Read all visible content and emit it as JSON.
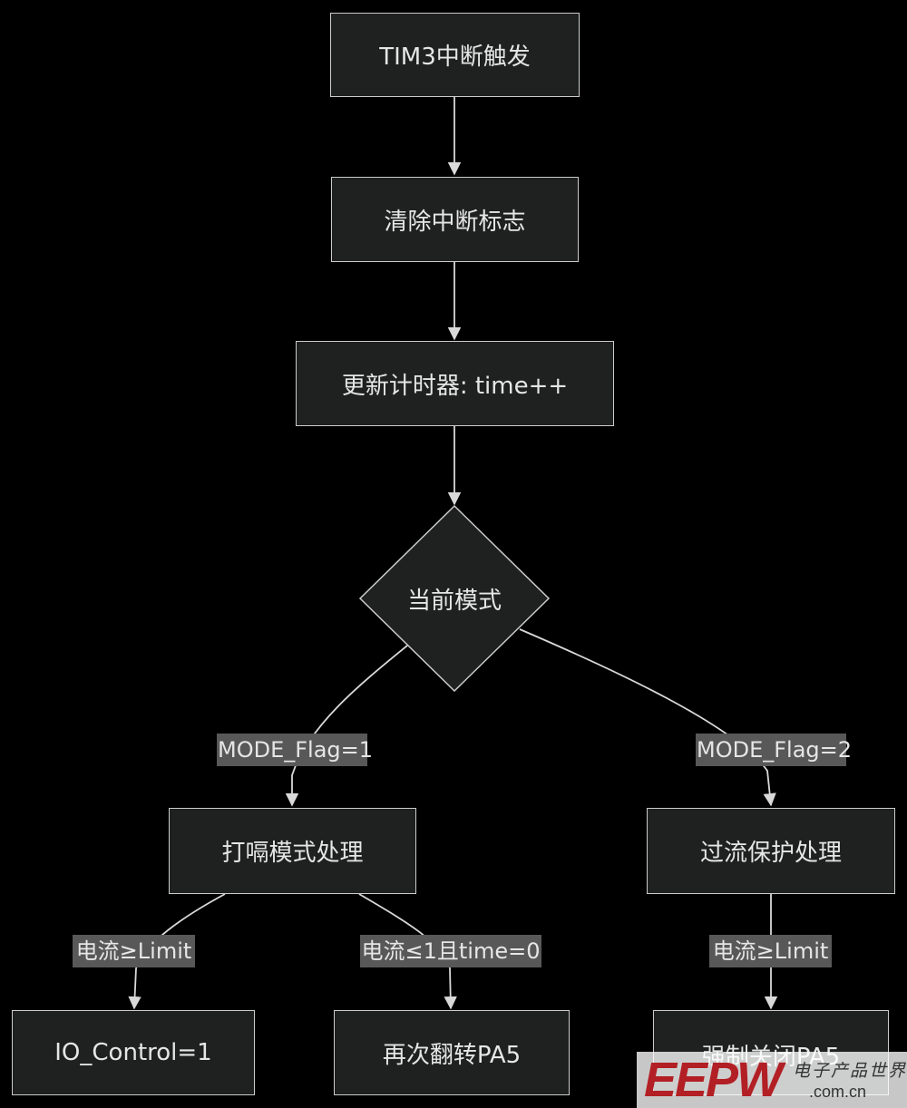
{
  "nodes": {
    "start": "TIM3中断触发",
    "clear_flag": "清除中断标志",
    "update_timer": "更新计时器: time++",
    "mode_decision": "当前模式",
    "hiccup_mode": "打嗝模式处理",
    "overcurrent_protect": "过流保护处理",
    "io_control": "IO_Control=1",
    "toggle_pa5": "再次翻转PA5",
    "force_close_pa5": "强制关闭PA5"
  },
  "edge_labels": {
    "mode1": "MODE_Flag=1",
    "mode2": "MODE_Flag=2",
    "hiccup_ge_limit": "电流≥Limit",
    "hiccup_le_1": "电流≤1且time=0",
    "protect_ge_limit": "电流≥Limit"
  },
  "watermark": {
    "logo": "EEPW",
    "chinese": "电子产品世界",
    "url": ".com.cn"
  },
  "colors": {
    "background": "#000000",
    "node_fill": "#1f2020",
    "node_border": "#cccccc",
    "edge_line": "#d9d9d9",
    "edge_label_bg": "#585858",
    "text": "#e6e6e6",
    "watermark_red": "#b21f24"
  }
}
